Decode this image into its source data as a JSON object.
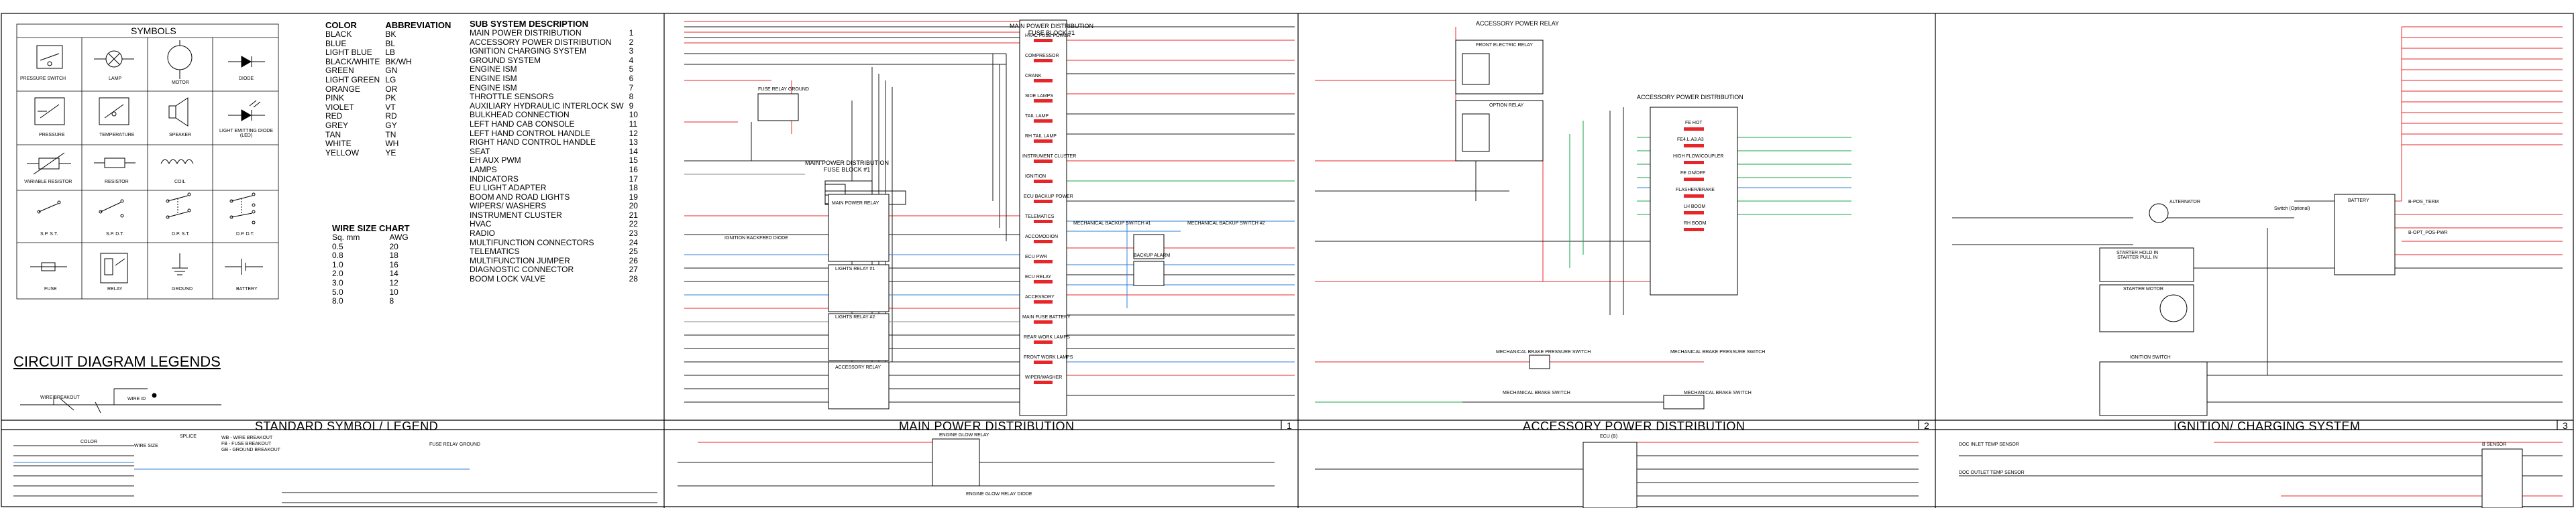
{
  "symbols": {
    "title": "SYMBOLS",
    "items": [
      {
        "label": "PRESSURE SWITCH",
        "icon": "pressure-switch-icon"
      },
      {
        "label": "LAMP",
        "icon": "lamp-icon"
      },
      {
        "label": "MOTOR",
        "icon": "motor-icon"
      },
      {
        "label": "DIODE",
        "icon": "diode-icon"
      },
      {
        "label": "PRESSURE",
        "icon": "pressure-sensor-icon"
      },
      {
        "label": "TEMPERATURE",
        "icon": "temperature-sensor-icon"
      },
      {
        "label": "SPEAKER",
        "icon": "speaker-icon"
      },
      {
        "label": "LIGHT EMITTING DIODE (LED)",
        "icon": "led-icon"
      },
      {
        "label": "VARIABLE RESISTOR",
        "icon": "variable-resistor-icon"
      },
      {
        "label": "RESISTOR",
        "icon": "resistor-icon"
      },
      {
        "label": "COIL",
        "icon": "coil-icon"
      },
      {
        "label": "",
        "icon": "blank"
      },
      {
        "label": "S.P. S.T.",
        "icon": "spst-switch-icon"
      },
      {
        "label": "S.P. D.T.",
        "icon": "spdt-switch-icon"
      },
      {
        "label": "D.P. S.T.",
        "icon": "dpst-switch-icon"
      },
      {
        "label": "D.P. D.T.",
        "icon": "dpdt-switch-icon"
      },
      {
        "label": "FUSE",
        "icon": "fuse-icon"
      },
      {
        "label": "RELAY",
        "icon": "relay-icon"
      },
      {
        "label": "GROUND",
        "icon": "ground-icon"
      },
      {
        "label": "BATTERY",
        "icon": "battery-icon"
      }
    ]
  },
  "colors_table": {
    "header_color": "COLOR",
    "header_abbr": "ABBREVIATION",
    "rows": [
      [
        "BLACK",
        "BK"
      ],
      [
        "BLUE",
        "BL"
      ],
      [
        "LIGHT BLUE",
        "LB"
      ],
      [
        "BLACK/WHITE",
        "BK/WH"
      ],
      [
        "GREEN",
        "GN"
      ],
      [
        "LIGHT GREEN",
        "LG"
      ],
      [
        "ORANGE",
        "OR"
      ],
      [
        "PINK",
        "PK"
      ],
      [
        "VIOLET",
        "VT"
      ],
      [
        "RED",
        "RD"
      ],
      [
        "GREY",
        "GY"
      ],
      [
        "TAN",
        "TN"
      ],
      [
        "WHITE",
        "WH"
      ],
      [
        "YELLOW",
        "YE"
      ]
    ]
  },
  "wire_size": {
    "title": "WIRE SIZE CHART",
    "col1": "Sq. mm",
    "col2": "AWG",
    "rows": [
      [
        "0.5",
        "20"
      ],
      [
        "0.8",
        "18"
      ],
      [
        "1.0",
        "16"
      ],
      [
        "2.0",
        "14"
      ],
      [
        "3.0",
        "12"
      ],
      [
        "5.0",
        "10"
      ],
      [
        "8.0",
        "8"
      ]
    ]
  },
  "subsystems": {
    "title": "SUB SYSTEM DESCRIPTION",
    "rows": [
      [
        "MAIN POWER DISTRIBUTION",
        "1"
      ],
      [
        "ACCESSORY POWER DISTRIBUTION",
        "2"
      ],
      [
        "IGNITION CHARGING SYSTEM",
        "3"
      ],
      [
        "GROUND SYSTEM",
        "4"
      ],
      [
        "ENGINE ISM",
        "5"
      ],
      [
        "ENGINE ISM",
        "6"
      ],
      [
        "ENGINE ISM",
        "7"
      ],
      [
        "THROTTLE SENSORS",
        "8"
      ],
      [
        "AUXILIARY HYDRAULIC INTERLOCK SW",
        "9"
      ],
      [
        "BULKHEAD CONNECTION",
        "10"
      ],
      [
        "LEFT HAND CAB CONSOLE",
        "11"
      ],
      [
        "LEFT HAND CONTROL HANDLE",
        "12"
      ],
      [
        "RIGHT HAND CONTROL HANDLE",
        "13"
      ],
      [
        "SEAT",
        "14"
      ],
      [
        "EH AUX PWM",
        "15"
      ],
      [
        "LAMPS",
        "16"
      ],
      [
        "INDICATORS",
        "17"
      ],
      [
        "EU LIGHT ADAPTER",
        "18"
      ],
      [
        "BOOM AND ROAD LIGHTS",
        "19"
      ],
      [
        "WIPERS/ WASHERS",
        "20"
      ],
      [
        "INSTRUMENT CLUSTER",
        "21"
      ],
      [
        "HVAC",
        "22"
      ],
      [
        "RADIO",
        "23"
      ],
      [
        "MULTIFUNCTION CONNECTORS",
        "24"
      ],
      [
        "TELEMATICS",
        "25"
      ],
      [
        "MULTIFUNCTION JUMPER",
        "26"
      ],
      [
        "DIAGNOSTIC CONNECTOR",
        "27"
      ],
      [
        "BOOM LOCK VALVE",
        "28"
      ]
    ]
  },
  "legend_heading": "CIRCUIT DIAGRAM LEGENDS",
  "wire_legend": {
    "wire_breakout": "WIRE BREAKOUT",
    "wire_id": "WIRE ID",
    "splice": "SPLICE",
    "color": "COLOR",
    "wire_size": "WIRE SIZE",
    "notes": [
      "WB - WIRE BREAKOUT",
      "FB - FUSE BREAKOUT",
      "GB - GROUND BREAKOUT"
    ]
  },
  "panels": [
    {
      "title": "STANDARD SYMBOL/ LEGEND",
      "num": ""
    },
    {
      "title": "MAIN POWER DISTRIBUTION",
      "num": "1"
    },
    {
      "title": "ACCESSORY POWER DISTRIBUTION",
      "num": "2"
    },
    {
      "title": "IGNITION/ CHARGING SYSTEM",
      "num": "3"
    }
  ],
  "main_power": {
    "header": "MAIN POWER DISTRIBUTION\nFUSE BLOCK #1",
    "block2": "MAIN POWER DISTRIBUTION\nFUSE BLOCK #1",
    "relays": [
      "MAIN POWER RELAY",
      "LIGHTS RELAY #1",
      "LIGHTS RELAY #2",
      "ACCESSORY RELAY"
    ],
    "fuse_relay_ground": "FUSE RELAY GROUND",
    "ignition_diode": "IGNITION BACKFEED DIODE",
    "fuses": [
      "HVAC FUSE POWER",
      "COMPRESSOR",
      "CRANK",
      "SIDE LAMPS",
      "TAIL LAMP",
      "RH TAIL LAMP",
      "INSTRUMENT CLUSTER",
      "IGNITION",
      "ECU BACKUP POWER",
      "TELEMATICS",
      "ACCOMODION",
      "ECU PWR",
      "ECU RELAY",
      "ACCESSORY",
      "MAIN FUSE BATTERY",
      "REAR WORK LAMPS",
      "FRONT WORK LAMPS",
      "WIPER/WASHER"
    ],
    "mech_switch": "MECHANICAL BACKUP SWITCH #1",
    "mech_switch2": "MECHANICAL BACKUP SWITCH #2",
    "backup_alarm": "BACKUP ALARM"
  },
  "accessory_power": {
    "relay_title": "ACCESSORY POWER RELAY",
    "front_relay": "FRONT ELECTRIC RELAY",
    "option_relay": "OPTION RELAY",
    "dist_title": "ACCESSORY POWER DISTRIBUTION",
    "fuses": [
      "FE HOT",
      "FE4.L.A3.A3",
      "HIGH FLOW/COUPLER",
      "FE ON/OFF",
      "FLASHER/BRAKE",
      "LH BOOM",
      "RH BOOM"
    ],
    "brake1": "MECHANICAL BRAKE PRESSURE SWITCH",
    "brake2": "MECHANICAL BRAKE PRESSURE SWITCH",
    "brake3": "MECHANICAL BRAKE SWITCH",
    "brake4": "MECHANICAL BRAKE SWITCH"
  },
  "ignition": {
    "alternator": "ALTERNATOR",
    "battery": "BATTERY",
    "switch_opt": "Switch (Optional)",
    "starter_hold": "STARTER HOLD IN\nSTARTER PULL IN",
    "starter_motor": "STARTER MOTOR",
    "ignition_switch": "IGNITION SWITCH",
    "b_pos": "B-POS_TERM",
    "b_opt": "B-OPT_POS-PWR"
  },
  "bottom": {
    "engine_glow_relay": "ENGINE GLOW RELAY",
    "engine_glow_diode": "ENGINE GLOW RELAY DIODE",
    "ecu": "ECU (B)",
    "doc_inlet": "DOC INLET TEMP SENSOR",
    "doc_outlet": "DOC OUTLET TEMP SENSOR",
    "fuse_relay_ground": "FUSE RELAY GROUND",
    "sensor": "B SENSOR"
  },
  "wire_colors": {
    "red": "#e8262a",
    "black": "#1a1a1a",
    "blue": "#2f7fd6",
    "green": "#1aa34a",
    "pink": "#ff9fb0",
    "grey": "#8a8a8a",
    "violet": "#8a4fc4"
  }
}
